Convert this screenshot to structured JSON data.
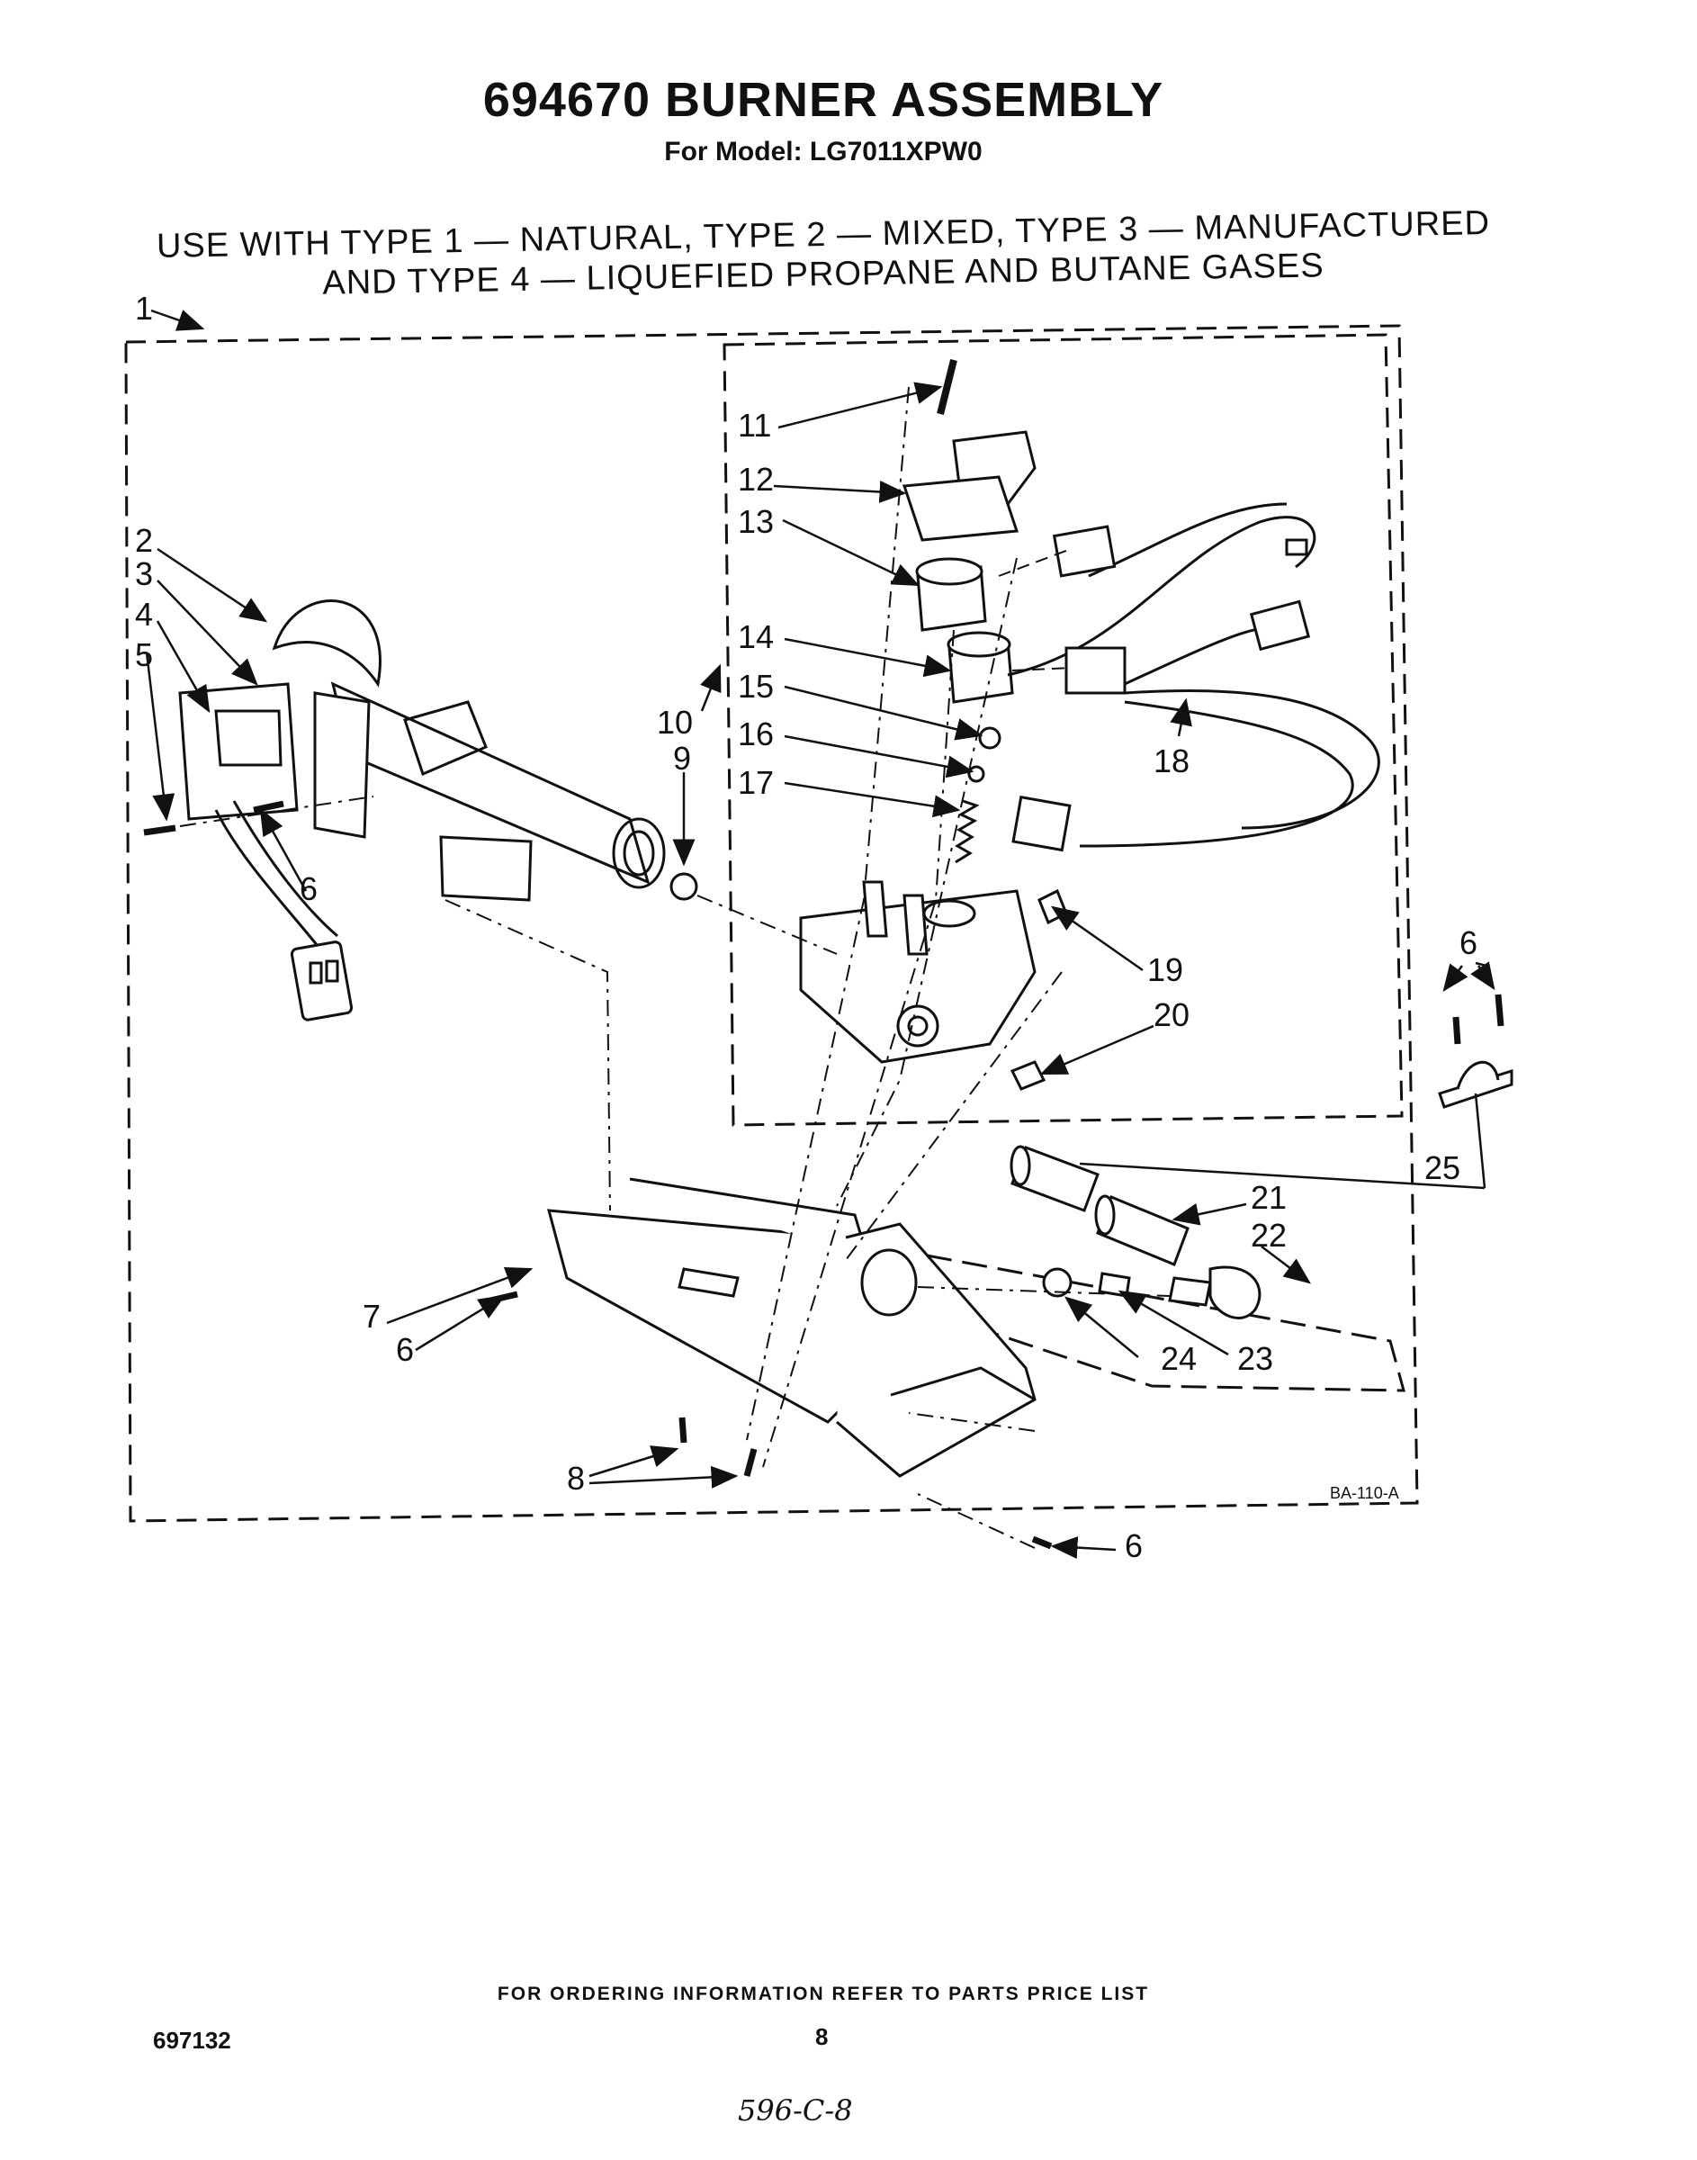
{
  "header": {
    "title": "694670 BURNER ASSEMBLY",
    "model": "For Model: LG7011XPW0",
    "gas_line1": "USE WITH TYPE 1 — NATURAL, TYPE 2 — MIXED, TYPE 3 — MANUFACTURED",
    "gas_line2": "AND TYPE 4 — LIQUEFIED PROPANE AND BUTANE GASES"
  },
  "diagram": {
    "reference_code": "BA-110-A",
    "part_labels": {
      "p1": "1",
      "p2": "2",
      "p3": "3",
      "p4": "4",
      "p5": "5",
      "p6a": "6",
      "p6b": "6",
      "p6c": "6",
      "p6d": "6",
      "p7": "7",
      "p8": "8",
      "p9": "9",
      "p10": "10",
      "p11": "11",
      "p12": "12",
      "p13": "13",
      "p14": "14",
      "p15": "15",
      "p16": "16",
      "p17": "17",
      "p18": "18",
      "p19": "19",
      "p20": "20",
      "p21": "21",
      "p22": "22",
      "p23": "23",
      "p24": "24",
      "p25": "25"
    }
  },
  "footer": {
    "ordering_note": "FOR ORDERING INFORMATION REFER TO PARTS PRICE LIST",
    "part_number": "697132",
    "page_number": "8",
    "handwritten_note": "596-C-8"
  }
}
